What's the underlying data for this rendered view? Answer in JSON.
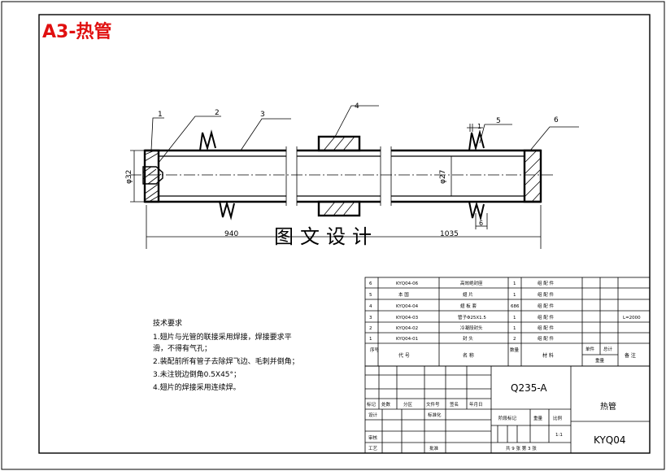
{
  "sheet": {
    "title": "A3-热管",
    "watermark": "图文设计"
  },
  "balloons": [
    "1",
    "2",
    "3",
    "4",
    "1",
    "5",
    "6"
  ],
  "dimensions": {
    "d_outer": "φ32",
    "d_inner": "φ27",
    "len_left": "940",
    "len_right": "1035",
    "fin_pitch": "6"
  },
  "notes": {
    "heading": "技术要求",
    "lines": [
      "1.翅片与光管的联接采用焊接，焊接要求平",
      "滑，不得有气孔；",
      "2.装配前所有管子去除焊飞边、毛刺并倒角；",
      "3.未注锐边倒角0.5X45°；",
      "4.翅片的焊接采用连续焊。"
    ]
  },
  "bom": {
    "rows": [
      {
        "no": "6",
        "code": "KYQ04-06",
        "name": "高效绝封座",
        "qty": "1",
        "spec": "组 配 件",
        "note": ""
      },
      {
        "no": "5",
        "code": "本 国",
        "name": "翅 片",
        "qty": "1",
        "spec": "组 配 件",
        "note": ""
      },
      {
        "no": "4",
        "code": "KYQ04-04",
        "name": "翅 板 套",
        "qty": "686",
        "spec": "组 配 件",
        "note": ""
      },
      {
        "no": "3",
        "code": "KYQ04-03",
        "name": "管子Φ25X1.5",
        "qty": "1",
        "spec": "组 配 件",
        "note": "L=2000"
      },
      {
        "no": "2",
        "code": "KYQ04-02",
        "name": "冷凝段封头",
        "qty": "1",
        "spec": "组 配 件",
        "note": ""
      },
      {
        "no": "1",
        "code": "KYQ04-01",
        "name": "封 头",
        "qty": "2",
        "spec": "组 配 件",
        "note": ""
      }
    ],
    "header": {
      "no": "序号",
      "code": "代 号",
      "name": "名 称",
      "qty": "数量",
      "material": "材 料",
      "single": "单件",
      "total": "总计",
      "weight": "重量",
      "remark": "备 注"
    }
  },
  "titleblock": {
    "material": "Q235-A",
    "part_name": "热管",
    "drawing_no": "KYQ04",
    "scale": "1:1",
    "sheets": "共 9 张  第 3 张",
    "labels": {
      "mark": "标记",
      "count": "处数",
      "zone": "分区",
      "docno": "文件号",
      "sign": "签名",
      "date": "年月日",
      "design": "设计",
      "standard": "标准化",
      "review": "审核",
      "process": "工艺",
      "approve": "批准",
      "stage": "阶段标记",
      "weight": "重量",
      "scale": "比例"
    }
  }
}
